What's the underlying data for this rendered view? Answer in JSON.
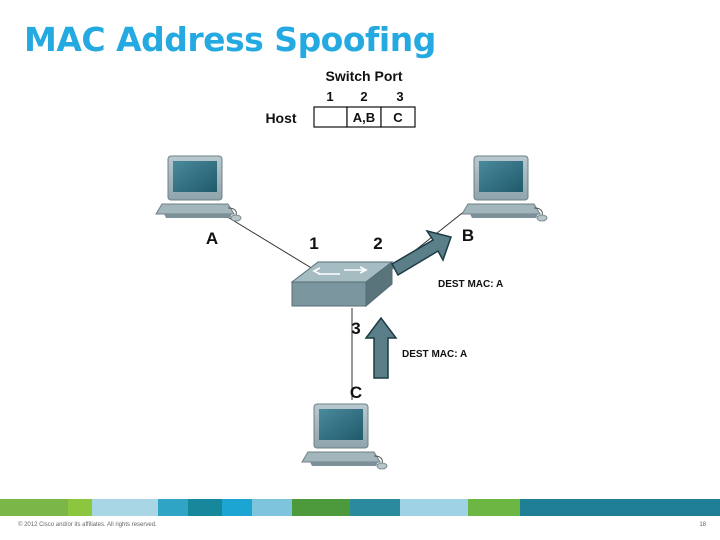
{
  "slide": {
    "title": "MAC Address Spoofing",
    "copyright": "© 2012 Cisco and/or its affiliates. All rights reserved.",
    "page_number": "18"
  },
  "mac_table": {
    "header": "Switch Port",
    "ports": [
      "1",
      "2",
      "3"
    ],
    "row_label": "Host",
    "cells": [
      "",
      "A,B",
      "C"
    ]
  },
  "diagram": {
    "host_a_label": "A",
    "host_b_label": "B",
    "host_c_label": "C",
    "port1_label": "1",
    "port2_label": "2",
    "port3_label": "3",
    "arrow_to_b_label": "DEST MAC: A",
    "arrow_from_c_label": "DEST MAC: A"
  },
  "colors": {
    "title": "#24a9e1",
    "footer_bar": [
      "#7ab648",
      "#8cc63e",
      "#a9d6e5",
      "#2fa4c4",
      "#17879b",
      "#1ca5d3",
      "#7fc4dd",
      "#4d9a3c",
      "#2b8a9e",
      "#9ed2e4",
      "#6cb744",
      "#1f7f95"
    ]
  }
}
